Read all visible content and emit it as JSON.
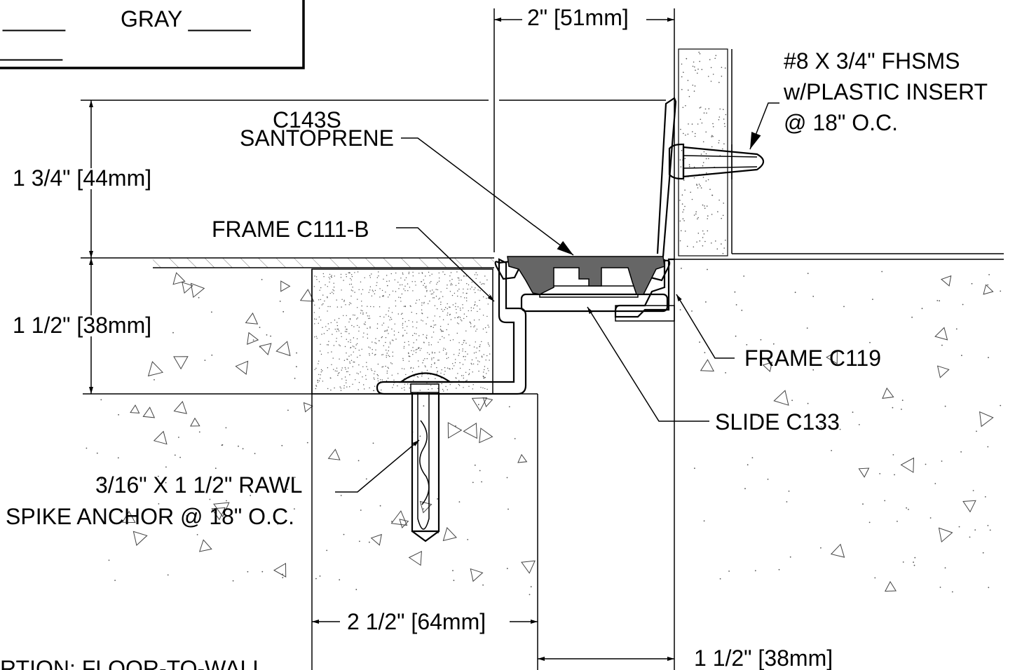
{
  "title_block": {
    "line1_left": "_____",
    "line1_right": "GRAY _____",
    "line2": "_____"
  },
  "dimensions": {
    "top_width": "2\" [51mm]",
    "cover_height": "1 3/4\" [44mm]",
    "frame_depth": "1 1/2\" [38mm]",
    "blockout_width": "2 1/2\" [64mm]",
    "joint_width": "1 1/2\" [38mm]"
  },
  "callouts": {
    "seal_line1": "C143S",
    "seal_line2": "SANTOPRENE",
    "frame_left": "FRAME C111-B",
    "screw_line1": "#8 X 3/4\" FHSMS",
    "screw_line2": "w/PLASTIC INSERT",
    "screw_line3": "@ 18\" O.C.",
    "frame_right": "FRAME C119",
    "slide": "SLIDE C133",
    "anchor_line1": "3/16\" X 1 1/2\" RAWL",
    "anchor_line2": "SPIKE ANCHOR @ 18\" O.C."
  },
  "caption": "RTION: FLOOR-TO-WALL",
  "colors": {
    "line": "#000000",
    "seal": "#666666",
    "background": "#ffffff"
  }
}
